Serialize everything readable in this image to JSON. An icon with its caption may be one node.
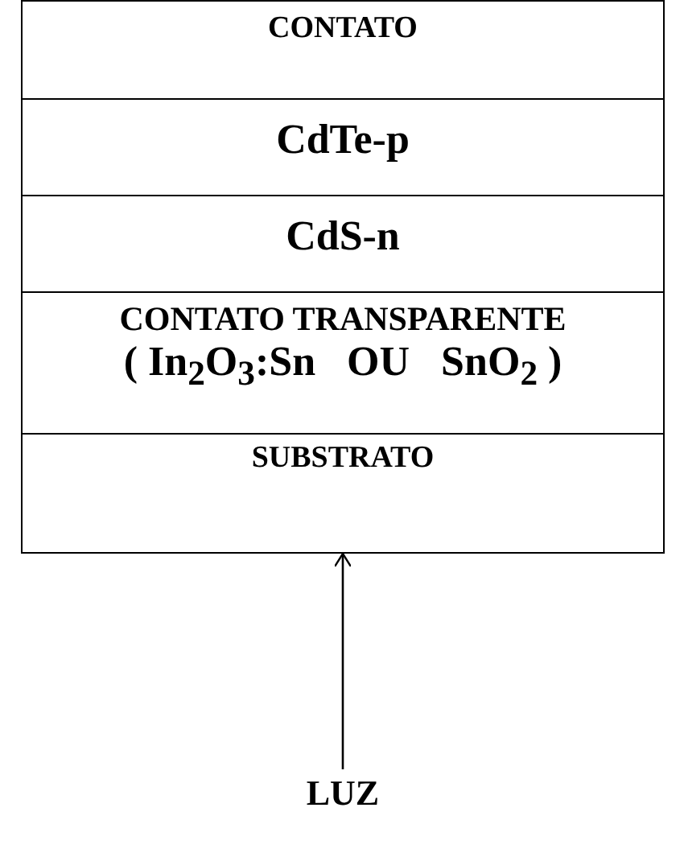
{
  "diagram": {
    "nodes": [
      {
        "text": [
          "CONTATO"
        ]
      },
      {
        "text": [
          "CdTe-p"
        ]
      },
      {
        "text": [
          "CdS-n"
        ]
      },
      {
        "text": [
          "CONTATO TRANSPARENTE",
          "( In$_{2}$O$_{3}$:Sn   OU   SnO$_{2}$ )"
        ]
      },
      {
        "text": [
          "SUBSTRATO"
        ]
      },
      {
        "text": [
          "LUZ"
        ]
      }
    ],
    "edges": [
      {
        "from": 5,
        "to": 4,
        "arrow": "to"
      }
    ]
  }
}
